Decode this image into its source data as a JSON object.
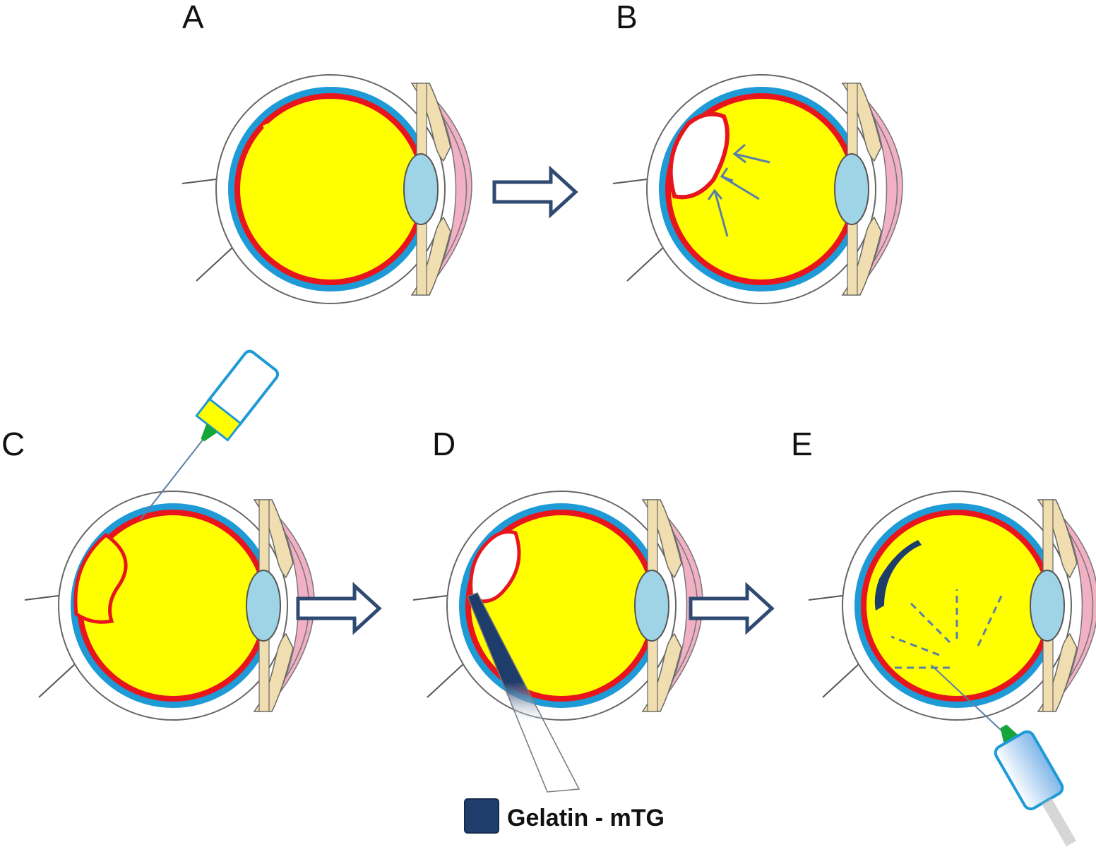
{
  "panels": [
    {
      "label": "A",
      "state": "eye with small retinal tear"
    },
    {
      "label": "B",
      "state": "retinal detachment with inward traction arrows"
    },
    {
      "label": "C",
      "state": "injection of fluid under detached retina"
    },
    {
      "label": "D",
      "state": "gelatin-mTG applied through cannula"
    },
    {
      "label": "E",
      "state": "retina reattached with sealant, gas injection"
    }
  ],
  "legend": {
    "label": "Gelatin - mTG",
    "swatch_color": "#1f3d6b"
  },
  "colors": {
    "vitreous": "#ffff00",
    "retina": "#e8161c",
    "choroid": "#1e9ad6",
    "lens": "#9fd3e6",
    "cornea": "#f1b0c4",
    "iris": "#f0deb0",
    "arrow": "#2f4a72",
    "sealant": "#1f3d6b",
    "syringe_needle": "#16a53b"
  },
  "icons": {
    "arrow": "hollow-right-arrow-icon",
    "syringe": "syringe-icon",
    "cannula": "cannula-icon"
  }
}
